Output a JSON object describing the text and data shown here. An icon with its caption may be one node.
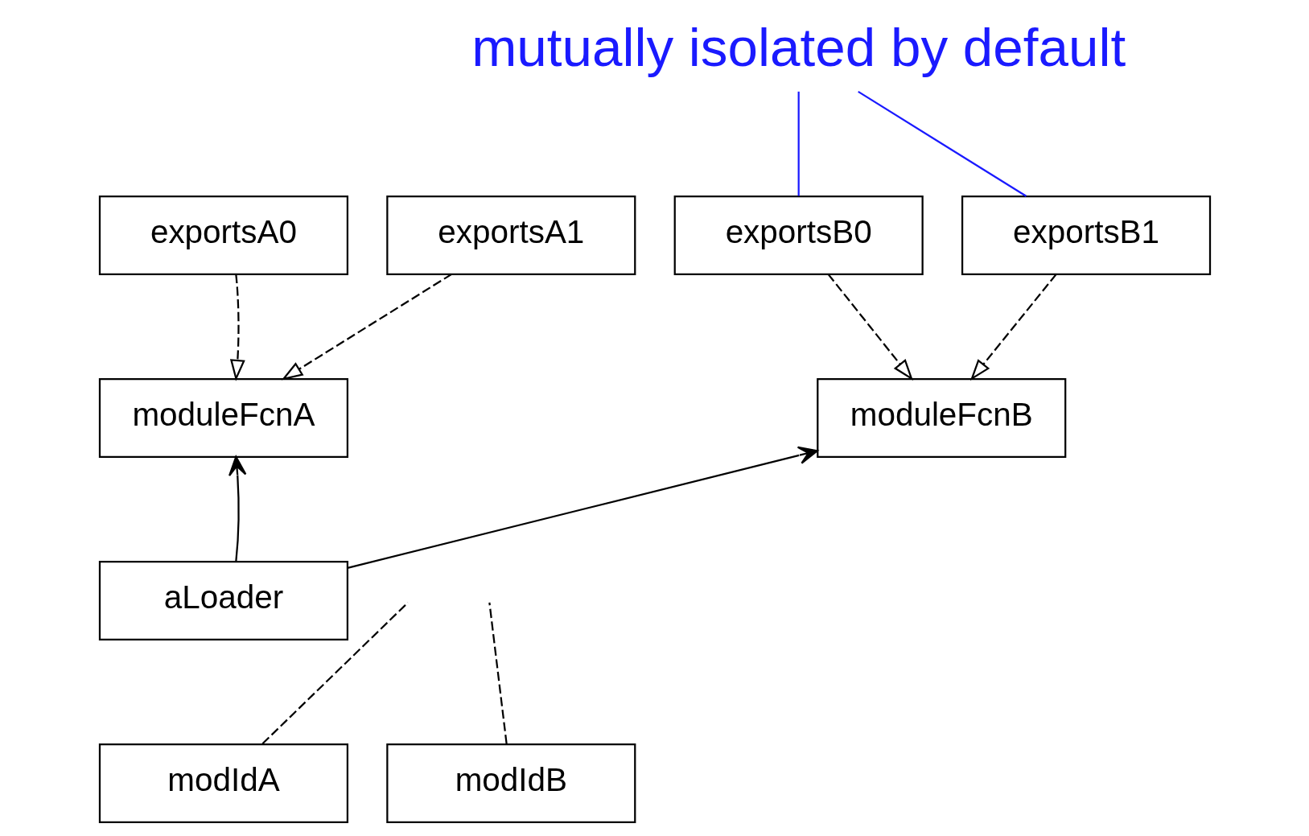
{
  "diagram": {
    "nodes": [
      {
        "text": [
          "mutually isolated by default"
        ]
      },
      {
        "text": [
          "exportsA0"
        ]
      },
      {
        "text": [
          "exportsB0"
        ]
      },
      {
        "text": [
          "exportsA1"
        ]
      },
      {
        "text": [
          "exportsB1"
        ]
      },
      {
        "text": [
          "moduleFcnA"
        ]
      },
      {
        "text": [
          "moduleFcnB"
        ]
      },
      {
        "text": [
          "aLoader"
        ]
      },
      {
        "text": [
          "modIdA"
        ]
      },
      {
        "text": [
          "modIdB"
        ]
      }
    ],
    "edges": [
      {
        "from": 0,
        "to": 2,
        "arrow": "none",
        "color": "#1a1aff"
      },
      {
        "from": 0,
        "to": 4,
        "arrow": "none",
        "color": "#1a1aff"
      },
      {
        "from": 1,
        "to": 5,
        "arrow": "to",
        "style": "dashed"
      },
      {
        "from": 2,
        "to": 6,
        "arrow": "to",
        "style": "dashed"
      },
      {
        "from": 3,
        "to": 5,
        "arrow": "to",
        "style": "dashed"
      },
      {
        "from": 4,
        "to": 6,
        "arrow": "to",
        "style": "dashed"
      },
      {
        "from": 7,
        "to": 5,
        "arrow": "to"
      },
      {
        "from": 7,
        "to": 6,
        "arrow": "to"
      },
      {
        "from": 8,
        "to": null,
        "arrow": "none",
        "style": "dashed"
      },
      {
        "from": 9,
        "to": null,
        "arrow": "none",
        "style": "dashed"
      }
    ]
  }
}
